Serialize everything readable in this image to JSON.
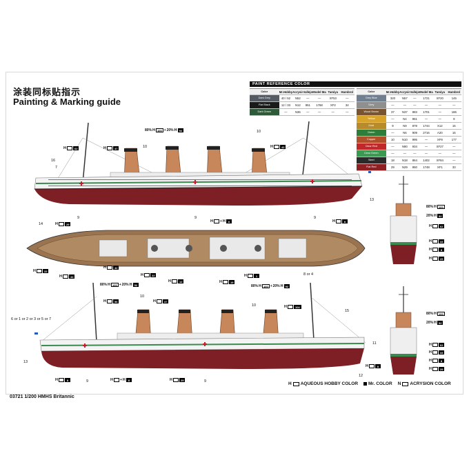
{
  "header": {
    "title_cn": "涂装同标贴指示",
    "title_en": "Painting & Marking guide"
  },
  "footer": {
    "caption": "03721 1/200 HMHS Britannic"
  },
  "legend": {
    "aqueous": "AQUEOUS HOBBY COLOR",
    "mr_color": "Mr. COLOR",
    "acrysion": "ACRYSION COLOR"
  },
  "paint_table": {
    "title": "PAINT REFERENCE COLOR",
    "columns": [
      "Color",
      "Mr.Hobby",
      "Acrysion",
      "Vallejo",
      "Model Master",
      "Tamiya",
      "Humbrol"
    ],
    "left_rows": [
      {
        "color": "Dark Grey",
        "bg": "#555b63",
        "hobby": "40 / 52",
        "acrysion": "N52",
        "vallejo": "—",
        "model": "—",
        "tamiya": "XF53",
        "humbrol": "—"
      },
      {
        "color": "Flat Black",
        "bg": "#1a1a1a",
        "hobby": "12 / 33",
        "acrysion": "N12",
        "vallejo": "951",
        "model": "1768",
        "tamiya": "XF2",
        "humbrol": "34"
      },
      {
        "color": "Dark Green",
        "bg": "#2f5a3a",
        "hobby": "—",
        "acrysion": "N36",
        "vallejo": "—",
        "model": "—",
        "tamiya": "—",
        "humbrol": "—"
      }
    ],
    "right_rows": [
      {
        "color": "Grey Blue",
        "bg": "#6f7f8f",
        "hobby": "320",
        "acrysion": "N57",
        "vallejo": "—",
        "model": "1721",
        "tamiya": "XF20",
        "humbrol": "145"
      },
      {
        "color": "Grey",
        "bg": "#8f8f8f",
        "hobby": "—",
        "acrysion": "—",
        "vallejo": "—",
        "model": "—",
        "tamiya": "—",
        "humbrol": "—"
      },
      {
        "color": "Wood Brown",
        "bg": "#7a5330",
        "hobby": "37",
        "acrysion": "N37",
        "vallejo": "983",
        "model": "1701",
        "tamiya": "—",
        "humbrol": "186"
      },
      {
        "color": "Yellow",
        "bg": "#d8a32a",
        "hobby": "—",
        "acrysion": "N4",
        "vallejo": "951",
        "model": "—",
        "tamiya": "—",
        "humbrol": "9"
      },
      {
        "color": "Gold",
        "bg": "#b78a2b",
        "hobby": "9",
        "acrysion": "N9",
        "vallejo": "878",
        "model": "1744",
        "tamiya": "X12",
        "humbrol": "16"
      },
      {
        "color": "Green",
        "bg": "#2e7d3a",
        "hobby": "—",
        "acrysion": "N6",
        "vallejo": "909",
        "model": "2716",
        "tamiya": "A20",
        "humbrol": "16"
      },
      {
        "color": "Copper",
        "bg": "#b0502a",
        "hobby": "10",
        "acrysion": "N10",
        "vallejo": "995",
        "model": "—",
        "tamiya": "XF9",
        "humbrol": "177"
      },
      {
        "color": "Clear Red",
        "bg": "#c0282a",
        "hobby": "—",
        "acrysion": "N90",
        "vallejo": "934",
        "model": "—",
        "tamiya": "XF27",
        "humbrol": "—"
      },
      {
        "color": "Clear Green",
        "bg": "#3a9a52",
        "hobby": "—",
        "acrysion": "—",
        "vallejo": "—",
        "model": "—",
        "tamiya": "—",
        "humbrol": "—"
      },
      {
        "color": "Steel",
        "bg": "#2a2a2a",
        "hobby": "18",
        "acrysion": "N18",
        "vallejo": "864",
        "model": "1402",
        "tamiya": "XF84",
        "humbrol": "—"
      },
      {
        "color": "Flat Red",
        "bg": "#8e2024",
        "hobby": "29",
        "acrysion": "N29",
        "vallejo": "950",
        "model": "1748",
        "tamiya": "XF1",
        "humbrol": "33"
      }
    ]
  },
  "callouts": {
    "funnel_mix": {
      "pct1": "80%",
      "code1": "100",
      "pct2": "20%",
      "code2": "92"
    },
    "bow_mix": {
      "pct1": "80%",
      "code1": "100",
      "pct2": "20%",
      "code2": "92"
    },
    "deck_mix": {
      "pct1": "80%",
      "code1": "100",
      "pct2": "20%",
      "code2": "92"
    },
    "deck_mix2": {
      "pct1": "80%",
      "code1": "100",
      "pct2": "20%",
      "code2": "92"
    },
    "front_a": {
      "pct": "80%",
      "code": "100"
    },
    "front_b": {
      "pct": "20%",
      "code": "92"
    },
    "front_c": {
      "pct": "80%",
      "code": "100"
    },
    "front_d": {
      "pct": "20%",
      "code": "92"
    },
    "codes": {
      "c62": "62",
      "c47": "47",
      "c43": "43",
      "c29": "29",
      "c8": "8",
      "c33": "33",
      "c44": "44",
      "c42": "42",
      "c22": "22",
      "c12": "12",
      "c1": "1",
      "c19": "19",
      "c127": "127",
      "c56": "56",
      "c37": "37",
      "c104": "104"
    }
  },
  "numbers": {
    "n16": "16",
    "n7": "7",
    "n10a": "10",
    "n10b": "10",
    "n9a": "9",
    "n9b": "9",
    "n9c": "9",
    "n9d": "9",
    "n13a": "13",
    "n14": "14",
    "n11": "11",
    "n12": "12",
    "n13b": "13",
    "n15": "15",
    "n8or4": "8 or 4",
    "n6or": "6 or 1 or 2 or 3 or 5 or 7",
    "n10c": "10",
    "n10d": "10",
    "n9e": "9"
  }
}
